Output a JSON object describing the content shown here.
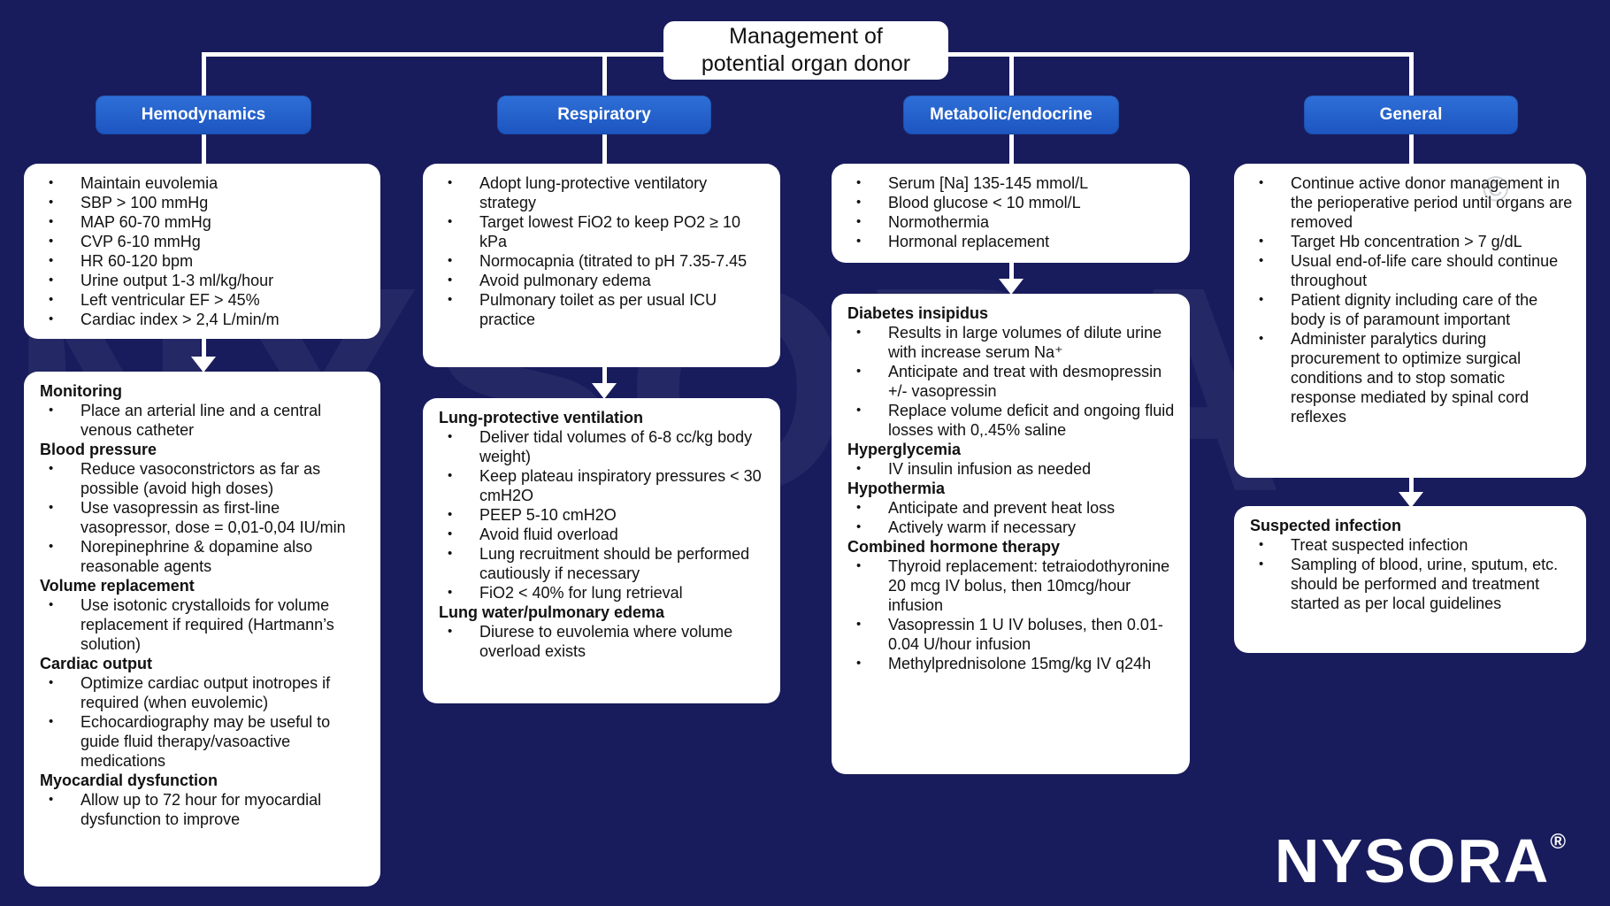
{
  "title": {
    "line1": "Management of",
    "line2": "potential organ donor"
  },
  "watermark": {
    "text": "NYSORA",
    "copyright": "©"
  },
  "logo": {
    "text": "NYSORA",
    "registered": "®"
  },
  "colors": {
    "background": "#181c5c",
    "pill_blue_top": "#2e6fd8",
    "pill_blue_bottom": "#1d55c0",
    "box_white": "#ffffff",
    "text_dark": "#111111",
    "connector_white": "#ffffff"
  },
  "columns": [
    {
      "header": "Hemodynamics",
      "boxes": [
        {
          "items": [
            {
              "type": "bullet",
              "text": "Maintain euvolemia"
            },
            {
              "type": "bullet",
              "text": "SBP > 100 mmHg"
            },
            {
              "type": "bullet",
              "text": "MAP 60-70 mmHg"
            },
            {
              "type": "bullet",
              "text": "CVP 6-10 mmHg"
            },
            {
              "type": "bullet",
              "text": "HR 60-120 bpm"
            },
            {
              "type": "bullet",
              "text": "Urine output 1-3 ml/kg/hour"
            },
            {
              "type": "bullet",
              "text": "Left ventricular EF > 45%"
            },
            {
              "type": "bullet",
              "text": "Cardiac index > 2,4 L/min/m"
            }
          ]
        },
        {
          "items": [
            {
              "type": "header",
              "text": "Monitoring"
            },
            {
              "type": "bullet",
              "text": "Place an arterial line and a central venous catheter"
            },
            {
              "type": "header",
              "text": "Blood pressure"
            },
            {
              "type": "bullet",
              "text": "Reduce vasoconstrictors as far as possible (avoid high doses)"
            },
            {
              "type": "bullet",
              "text": "Use vasopressin as first-line vasopressor, dose = 0,01-0,04 IU/min"
            },
            {
              "type": "bullet",
              "text": "Norepinephrine & dopamine also reasonable agents"
            },
            {
              "type": "header",
              "text": "Volume replacement"
            },
            {
              "type": "bullet",
              "text": "Use isotonic crystalloids for volume replacement if required (Hartmann’s solution)"
            },
            {
              "type": "header",
              "text": "Cardiac output"
            },
            {
              "type": "bullet",
              "text": "Optimize cardiac output inotropes if required (when euvolemic)"
            },
            {
              "type": "bullet",
              "text": "Echocardiography may be useful to guide fluid therapy/vasoactive medications"
            },
            {
              "type": "header",
              "text": "Myocardial dysfunction"
            },
            {
              "type": "bullet",
              "text": "Allow up to 72 hour for myocardial dysfunction to improve"
            }
          ]
        }
      ]
    },
    {
      "header": "Respiratory",
      "boxes": [
        {
          "items": [
            {
              "type": "bullet",
              "text": "Adopt lung-protective ventilatory strategy"
            },
            {
              "type": "bullet",
              "text": "Target lowest FiO2 to keep PO2 ≥ 10 kPa"
            },
            {
              "type": "bullet",
              "text": "Normocapnia (titrated to pH 7.35-7.45"
            },
            {
              "type": "bullet",
              "text": "Avoid pulmonary edema"
            },
            {
              "type": "bullet",
              "text": "Pulmonary toilet as per usual ICU practice"
            }
          ]
        },
        {
          "items": [
            {
              "type": "header",
              "text": "Lung-protective ventilation"
            },
            {
              "type": "bullet",
              "text": "Deliver tidal volumes of 6-8 cc/kg body weight)"
            },
            {
              "type": "bullet",
              "text": "Keep plateau inspiratory pressures < 30 cmH2O"
            },
            {
              "type": "bullet",
              "text": "PEEP 5-10 cmH2O"
            },
            {
              "type": "bullet",
              "text": "Avoid fluid overload"
            },
            {
              "type": "bullet",
              "text": "Lung recruitment should be performed cautiously if necessary"
            },
            {
              "type": "bullet",
              "text": "FiO2 < 40% for lung retrieval"
            },
            {
              "type": "header",
              "text": "Lung water/pulmonary edema"
            },
            {
              "type": "bullet",
              "text": "Diurese to euvolemia where volume overload exists"
            }
          ]
        }
      ]
    },
    {
      "header": "Metabolic/endocrine",
      "boxes": [
        {
          "items": [
            {
              "type": "bullet",
              "text": "Serum [Na] 135-145 mmol/L"
            },
            {
              "type": "bullet",
              "text": "Blood glucose < 10 mmol/L"
            },
            {
              "type": "bullet",
              "text": "Normothermia"
            },
            {
              "type": "bullet",
              "text": "Hormonal replacement"
            }
          ]
        },
        {
          "items": [
            {
              "type": "header",
              "text": "Diabetes insipidus"
            },
            {
              "type": "bullet",
              "text": "Results in large volumes of dilute urine with increase serum Na⁺"
            },
            {
              "type": "bullet",
              "text": "Anticipate and treat with desmopressin +/- vasopressin"
            },
            {
              "type": "bullet",
              "text": "Replace volume deficit and ongoing fluid losses with 0,.45% saline"
            },
            {
              "type": "header",
              "text": "Hyperglycemia"
            },
            {
              "type": "bullet",
              "text": "IV insulin infusion as needed"
            },
            {
              "type": "header",
              "text": "Hypothermia"
            },
            {
              "type": "bullet",
              "text": "Anticipate and prevent heat loss"
            },
            {
              "type": "bullet",
              "text": "Actively warm if necessary"
            },
            {
              "type": "header",
              "text": "Combined hormone therapy"
            },
            {
              "type": "bullet",
              "text": "Thyroid replacement: tetraiodothyronine 20 mcg IV bolus, then 10mcg/hour infusion"
            },
            {
              "type": "bullet",
              "text": "Vasopressin 1 U IV boluses, then 0.01-0.04 U/hour infusion"
            },
            {
              "type": "bullet",
              "text": "Methylprednisolone 15mg/kg IV q24h"
            }
          ]
        }
      ]
    },
    {
      "header": "General",
      "boxes": [
        {
          "items": [
            {
              "type": "bullet",
              "text": "Continue active donor management in the perioperative period until organs are removed"
            },
            {
              "type": "bullet",
              "text": "Target Hb concentration > 7 g/dL"
            },
            {
              "type": "bullet",
              "text": "Usual end-of-life care should continue throughout"
            },
            {
              "type": "bullet",
              "text": "Patient dignity including care of the body is of paramount important"
            },
            {
              "type": "bullet",
              "text": "Administer paralytics during procurement to optimize surgical conditions and to stop somatic response mediated by spinal cord reflexes"
            }
          ]
        },
        {
          "items": [
            {
              "type": "header",
              "text": "Suspected infection"
            },
            {
              "type": "bullet",
              "text": "Treat suspected infection"
            },
            {
              "type": "bullet",
              "text": "Sampling of blood, urine, sputum, etc. should be performed and treatment started as per local guidelines"
            }
          ]
        }
      ]
    }
  ]
}
